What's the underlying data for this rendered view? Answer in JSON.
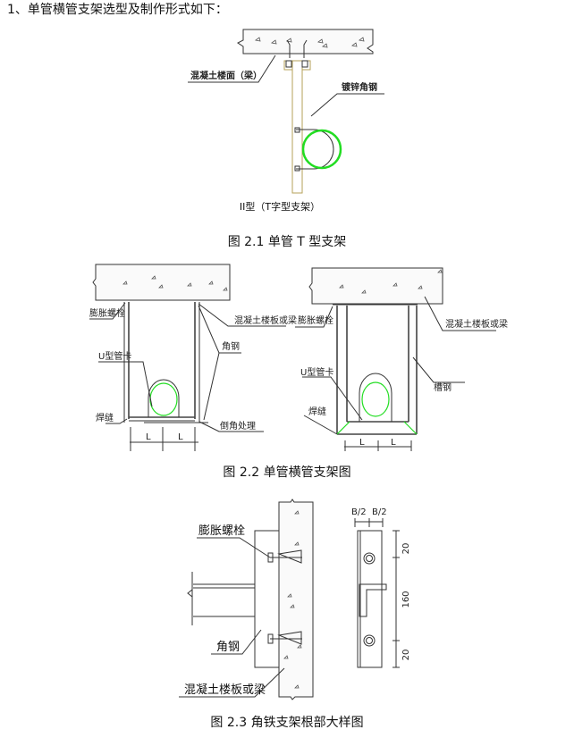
{
  "heading": "1、单管横管支架选型及制作形式如下：",
  "figure_2_1": {
    "label_slab": "混凝土楼面（梁）",
    "label_steel": "镀锌角钢",
    "type_caption": "II型（T字型支架）",
    "caption": "图 2.1 单管 T 型支架"
  },
  "figure_2_2": {
    "left": {
      "label_bolt": "膨胀螺栓",
      "label_slab": "混凝土楼板或梁",
      "label_angle": "角钢",
      "label_clamp": "U型管卡",
      "label_weld": "焊缝",
      "label_chamfer": "倒角处理",
      "dim_1": "L",
      "dim_2": "L"
    },
    "right": {
      "label_bolt": "膨胀螺栓",
      "label_slab": "混凝土楼板或梁",
      "label_channel": "槽钢",
      "label_clamp": "U型管卡",
      "label_weld": "焊缝",
      "dim_1": "L",
      "dim_2": "L"
    },
    "caption": "图 2.2   单管横管支架图"
  },
  "figure_2_3": {
    "label_bolt": "膨胀螺栓",
    "label_angle": "角钢",
    "label_slab": "混凝土楼板或梁",
    "dim_b1": "B/2",
    "dim_b2": "B/2",
    "dim_top": "20",
    "dim_mid": "160",
    "dim_bottom": "20",
    "caption": "图 2.3 角铁支架根部大样图"
  }
}
